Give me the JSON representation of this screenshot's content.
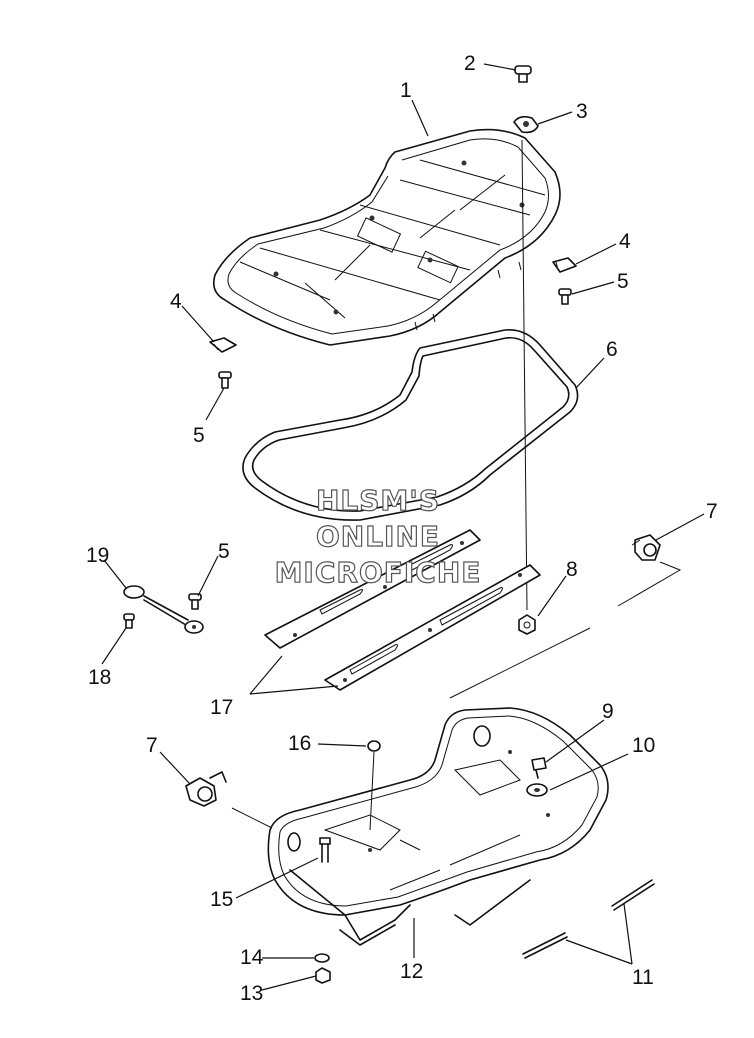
{
  "watermark": {
    "line1": "HLSM'S",
    "line2": "ONLINE",
    "line3": "MICROFICHE"
  },
  "callouts": {
    "c1": "1",
    "c2": "2",
    "c3": "3",
    "c4a": "4",
    "c4b": "4",
    "c5a": "5",
    "c5b": "5",
    "c5c": "5",
    "c6": "6",
    "c7a": "7",
    "c7b": "7",
    "c8": "8",
    "c9": "9",
    "c10": "10",
    "c11": "11",
    "c12": "12",
    "c13": "13",
    "c14": "14",
    "c15": "15",
    "c16": "16",
    "c17": "17",
    "c18": "18",
    "c19": "19"
  }
}
